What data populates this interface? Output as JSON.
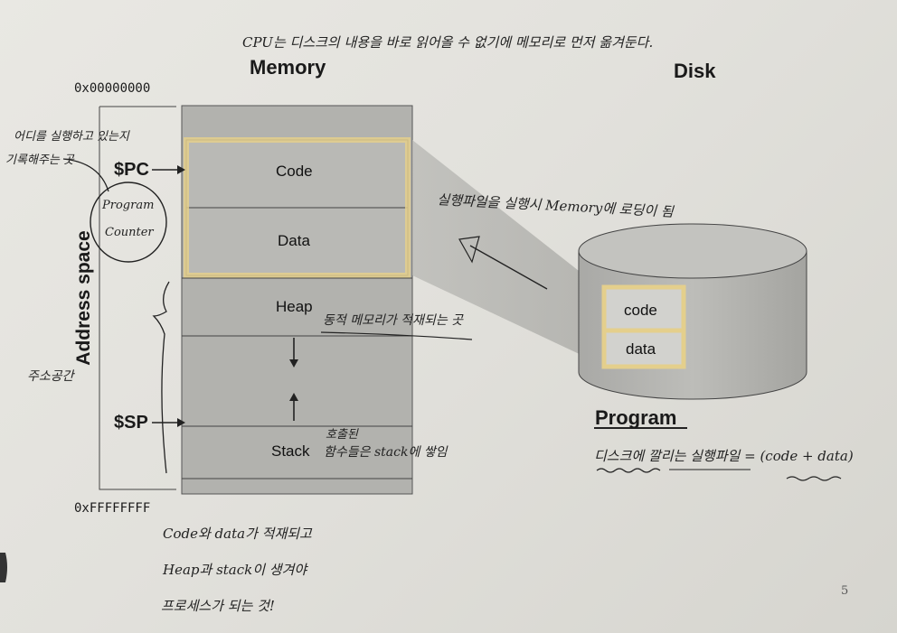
{
  "headings": {
    "memory": "Memory",
    "disk": "Disk",
    "program": "Program",
    "address_space": "Address space"
  },
  "addresses": {
    "start": "0x00000000",
    "end": "0xFFFFFFFF"
  },
  "registers": {
    "pc": "$PC",
    "sp": "$SP"
  },
  "segments": {
    "code": "Code",
    "data": "Data",
    "heap": "Heap",
    "stack": "Stack"
  },
  "disk_segments": {
    "code": "code",
    "data": "data"
  },
  "page_number": "5",
  "notes": {
    "top": "CPU는 디스크의 내용을 바로 읽어올 수 없기에 메모리로 먼저 옮겨둔다.",
    "pc_note_line1": "어디를 실행하고 있는지",
    "pc_note_line2": "기록해주는 곳",
    "program_counter_line1": "Program",
    "program_counter_line2": "Counter",
    "load_note": "실행파일을 실행시 Memory에 로딩이 됨",
    "heap_note": "동적 메모리가 적재되는 곳",
    "stack_note_line1": "호출된",
    "stack_note_line2": "함수들은 stack에 쌓임",
    "address_space_note": "주소공간",
    "disk_note": "디스크에 깔리는 실행파일 = (code + data)",
    "bottom_line1": "Code와 data가 적재되고",
    "bottom_line2": "Heap과 stack이 생겨야",
    "bottom_line3": "프로세스가 되는 것!"
  }
}
